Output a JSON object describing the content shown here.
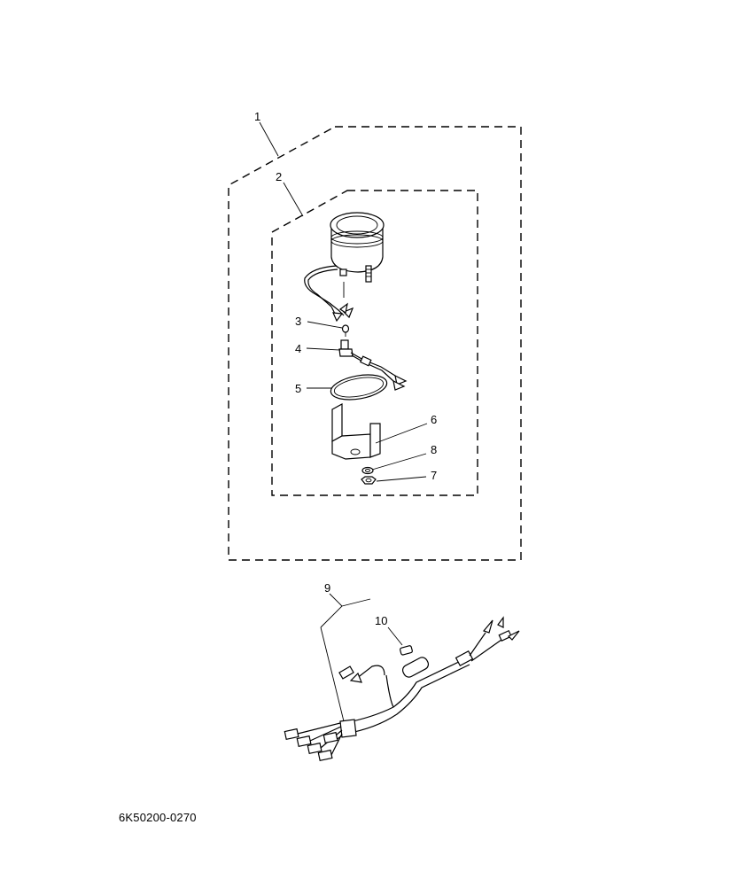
{
  "diagram": {
    "callouts": [
      {
        "id": "1",
        "label": "1"
      },
      {
        "id": "2",
        "label": "2"
      },
      {
        "id": "3",
        "label": "3"
      },
      {
        "id": "4",
        "label": "4"
      },
      {
        "id": "5",
        "label": "5"
      },
      {
        "id": "6",
        "label": "6"
      },
      {
        "id": "7",
        "label": "7"
      },
      {
        "id": "8",
        "label": "8"
      },
      {
        "id": "9",
        "label": "9"
      },
      {
        "id": "10",
        "label": "10"
      }
    ],
    "reference_code": "6K50200-0270"
  }
}
